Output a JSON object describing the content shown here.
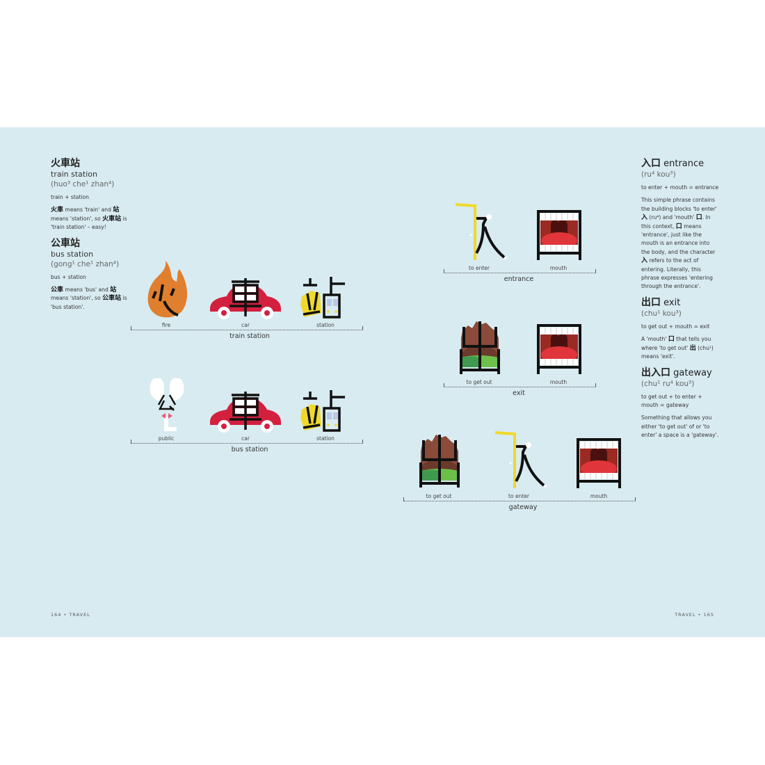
{
  "left_column": [
    {
      "heading_cjk": "火車站",
      "heading_en": "",
      "meaning": "train station",
      "pinyin": "(huo³ che¹ zhan⁴)",
      "paragraphs": [
        [
          {
            "t": "train + station"
          }
        ],
        [
          {
            "t": "火車",
            "b": true
          },
          {
            "t": " means 'train' and "
          },
          {
            "t": "站",
            "b": true
          },
          {
            "t": " means 'station', so "
          },
          {
            "t": "火車站",
            "b": true
          },
          {
            "t": " is 'train station' – easy!"
          }
        ]
      ]
    },
    {
      "heading_cjk": "公車站",
      "heading_en": "",
      "meaning": "bus station",
      "pinyin": "(gong¹ che¹ zhan⁴)",
      "paragraphs": [
        [
          {
            "t": "bus + station"
          }
        ],
        [
          {
            "t": "公車",
            "b": true
          },
          {
            "t": " means 'bus' and "
          },
          {
            "t": "站",
            "b": true
          },
          {
            "t": " means 'station', so "
          },
          {
            "t": "公車站",
            "b": true
          },
          {
            "t": " is 'bus station'."
          }
        ]
      ]
    }
  ],
  "right_column": [
    {
      "heading_cjk": "入口",
      "heading_en": " entrance",
      "meaning": "",
      "pinyin": "(ru⁴ kou³)",
      "paragraphs": [
        [
          {
            "t": "to enter + mouth = entrance"
          }
        ],
        [
          {
            "t": "This simple phrase contains the building blocks 'to enter' "
          },
          {
            "t": "入",
            "b": true
          },
          {
            "t": " (ru⁴) and 'mouth' "
          },
          {
            "t": "口",
            "b": true
          },
          {
            "t": ". In this context, "
          },
          {
            "t": "口",
            "b": true
          },
          {
            "t": " means 'entrance', just like the mouth is an entrance into the body, and the character "
          },
          {
            "t": "入",
            "b": true
          },
          {
            "t": " refers to the act of entering. Literally, this phrase expresses 'entering through the entrance'."
          }
        ]
      ]
    },
    {
      "heading_cjk": "出口",
      "heading_en": " exit",
      "meaning": "",
      "pinyin": "(chu¹ kou³)",
      "paragraphs": [
        [
          {
            "t": "to get out + mouth = exit"
          }
        ],
        [
          {
            "t": "A 'mouth' "
          },
          {
            "t": "口",
            "b": true
          },
          {
            "t": " that tells you where 'to get out' "
          },
          {
            "t": "出",
            "b": true
          },
          {
            "t": " (chu¹) means 'exit'."
          }
        ]
      ]
    },
    {
      "heading_cjk": "出入口",
      "heading_en": " gateway",
      "meaning": "",
      "pinyin": "(chu¹ ru⁴ kou³)",
      "paragraphs": [
        [
          {
            "t": "to get out + to enter + mouth = gateway"
          }
        ],
        [
          {
            "t": "Something that allows you either 'to get out' of or 'to enter' a space is a 'gateway'."
          }
        ]
      ]
    }
  ],
  "illustrations": {
    "train_station": {
      "labels": [
        "fire",
        "car",
        "station"
      ],
      "caption": "train station",
      "icons": [
        "fire-icon",
        "car-icon",
        "station-icon"
      ]
    },
    "bus_station": {
      "labels": [
        "public",
        "car",
        "station"
      ],
      "caption": "bus station",
      "icons": [
        "public-icon",
        "car-icon",
        "station-icon"
      ]
    },
    "entrance": {
      "labels": [
        "to enter",
        "mouth"
      ],
      "caption": "entrance",
      "icons": [
        "enter-icon",
        "mouth-icon"
      ]
    },
    "exit": {
      "labels": [
        "to get out",
        "mouth"
      ],
      "caption": "exit",
      "icons": [
        "get-out-icon",
        "mouth-icon"
      ]
    },
    "gateway": {
      "labels": [
        "to get out",
        "to enter",
        "mouth"
      ],
      "caption": "gateway",
      "icons": [
        "get-out-icon",
        "enter-icon",
        "mouth-icon"
      ]
    }
  },
  "footer": {
    "left": "164 • TRAVEL",
    "right": "TRAVEL • 165"
  },
  "colors": {
    "page_background": "#d8ebf1",
    "fire": "#e07f2e",
    "car": "#d4203f",
    "yellow": "#f0d92a",
    "mouth_red": "#c92c2c",
    "brown": "#8a4b3a",
    "green": "#6cc04a"
  }
}
